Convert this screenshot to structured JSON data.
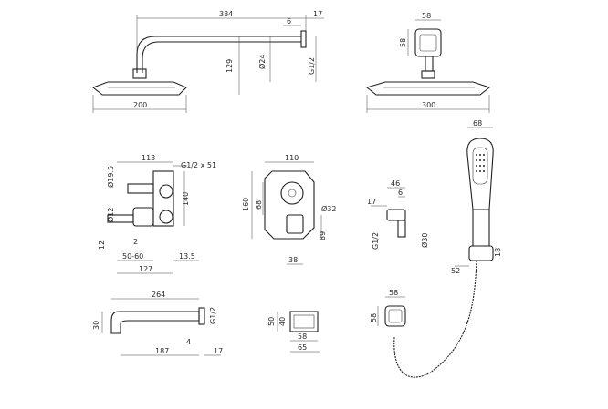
{
  "labels": {
    "head_width": "384",
    "arm_offset": "6",
    "arm_flange": "17",
    "arm_drop": "129",
    "arm_diam": "Ø24",
    "arm_thread": "G1/2",
    "head_diam_left": "200",
    "wall_w": "58",
    "wall_h": "58",
    "head_diam_right": "300",
    "valve_depth": "113",
    "valve_thread": "G1/2 x 51",
    "valve_diam": "Ø19.5",
    "valve_outlet": "Ø12",
    "valve_height": "140",
    "valve_d12": "12",
    "valve_d2": "2",
    "valve_range": "50-60",
    "valve_total": "127",
    "valve_cover": "13.5",
    "plate_w": "110",
    "plate_h": "160",
    "plate_inner": "68",
    "plate_knob": "Ø32",
    "plate_side": "89",
    "plate_base": "38",
    "elbow_w": "46",
    "elbow_d": "6",
    "elbow_flange": "17",
    "elbow_thread": "G1/2",
    "elbow_diam": "Ø30",
    "hand_w": "68",
    "hand_arm": "52",
    "hand_18": "18",
    "holder_w": "58",
    "holder_h": "58",
    "spout_len": "264",
    "spout_thread": "G1/2",
    "spout_h": "30",
    "spout_lower": "187",
    "spout_d4": "4",
    "spout_flange": "17",
    "box_h50": "50",
    "box_h40": "40",
    "box_w58": "58",
    "box_w65": "65"
  }
}
